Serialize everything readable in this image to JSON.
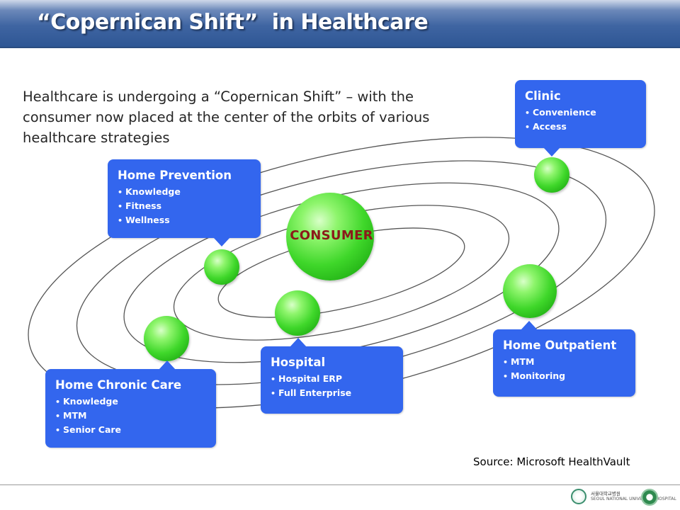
{
  "title": {
    "quoted": "“Copernican Shift”",
    "rest": "in Healthcare"
  },
  "intro": "Healthcare is undergoing a “Copernican Shift” – with the consumer now placed at the center of the orbits of various healthcare strategies",
  "center": "CONSUMER",
  "callouts": {
    "clinic": {
      "title": "Clinic",
      "items": [
        "Convenience",
        "Access"
      ]
    },
    "home_prevention": {
      "title": "Home Prevention",
      "items": [
        "Knowledge",
        "Fitness",
        "Wellness"
      ]
    },
    "home_outpatient": {
      "title": "Home Outpatient",
      "items": [
        "MTM",
        "Monitoring"
      ]
    },
    "hospital": {
      "title": "Hospital",
      "items": [
        "Hospital ERP",
        "Full Enterprise"
      ]
    },
    "home_chronic_care": {
      "title": "Home Chronic Care",
      "items": [
        "Knowledge",
        "MTM",
        "Senior Care"
      ]
    }
  },
  "source": "Source: Microsoft HealthVault",
  "footer": {
    "logo_text_ko": "서울대학교병원",
    "logo_text_en": "SEOUL NATIONAL UNIVERSITY HOSPITAL"
  },
  "colors": {
    "callout": "#3366ee",
    "planet": "#3fd72a",
    "center_label": "#8b1a1a",
    "title_bar": "#3f65a2"
  }
}
